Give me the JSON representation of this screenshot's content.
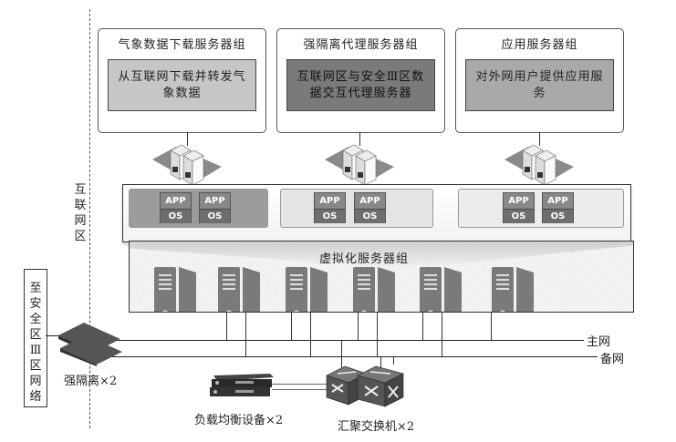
{
  "zones": {
    "internet_zone": "互联网区",
    "safety_zone_link": "至安全区Ⅲ区网络"
  },
  "groups": [
    {
      "title": "气象数据下载服务器组",
      "description": "从互联网下载并转发气象数据",
      "shade": "#c6c6c6"
    },
    {
      "title": "强隔离代理服务器组",
      "description": "互联网区与安全Ⅲ区数据交互代理服务器",
      "shade": "#7a7a7a"
    },
    {
      "title": "应用服务器组",
      "description": "对外网用户提供应用服务",
      "shade": "#a9a9a9"
    }
  ],
  "vm_panels": [
    {
      "shade": "#9c9c9c",
      "vms": [
        {
          "app": "APP",
          "os": "OS"
        },
        {
          "app": "APP",
          "os": "OS"
        }
      ]
    },
    {
      "shade": "#e4e4e4",
      "vms": [
        {
          "app": "APP",
          "os": "OS"
        },
        {
          "app": "APP",
          "os": "OS"
        }
      ]
    },
    {
      "shade": "#ececec",
      "vms": [
        {
          "app": "APP",
          "os": "OS"
        },
        {
          "app": "APP",
          "os": "OS"
        }
      ]
    }
  ],
  "virtualization": {
    "title": "虚拟化服务器组",
    "server_count": 6
  },
  "networks": {
    "main": "主网",
    "backup": "备网"
  },
  "devices": {
    "isolation": "强隔离×2",
    "load_balancer": "负载均衡设备×2",
    "switch": "汇聚交换机×2"
  }
}
